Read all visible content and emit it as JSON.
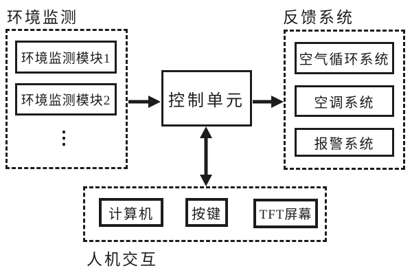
{
  "groups": {
    "environment": {
      "label": "环境监测",
      "modules": [
        "环境监测模块1",
        "环境监测模块2"
      ],
      "ellipsis": "⋮"
    },
    "control": {
      "label": "控制单元"
    },
    "feedback": {
      "label": "反馈系统",
      "modules": [
        "空气循环系统",
        "空调系统",
        "报警系统"
      ]
    },
    "hmi": {
      "label": "人机交互",
      "modules": [
        "计算机",
        "按键",
        "TFT屏幕"
      ]
    }
  },
  "colors": {
    "line": "#1c1c1c",
    "background": "#ffffff"
  }
}
